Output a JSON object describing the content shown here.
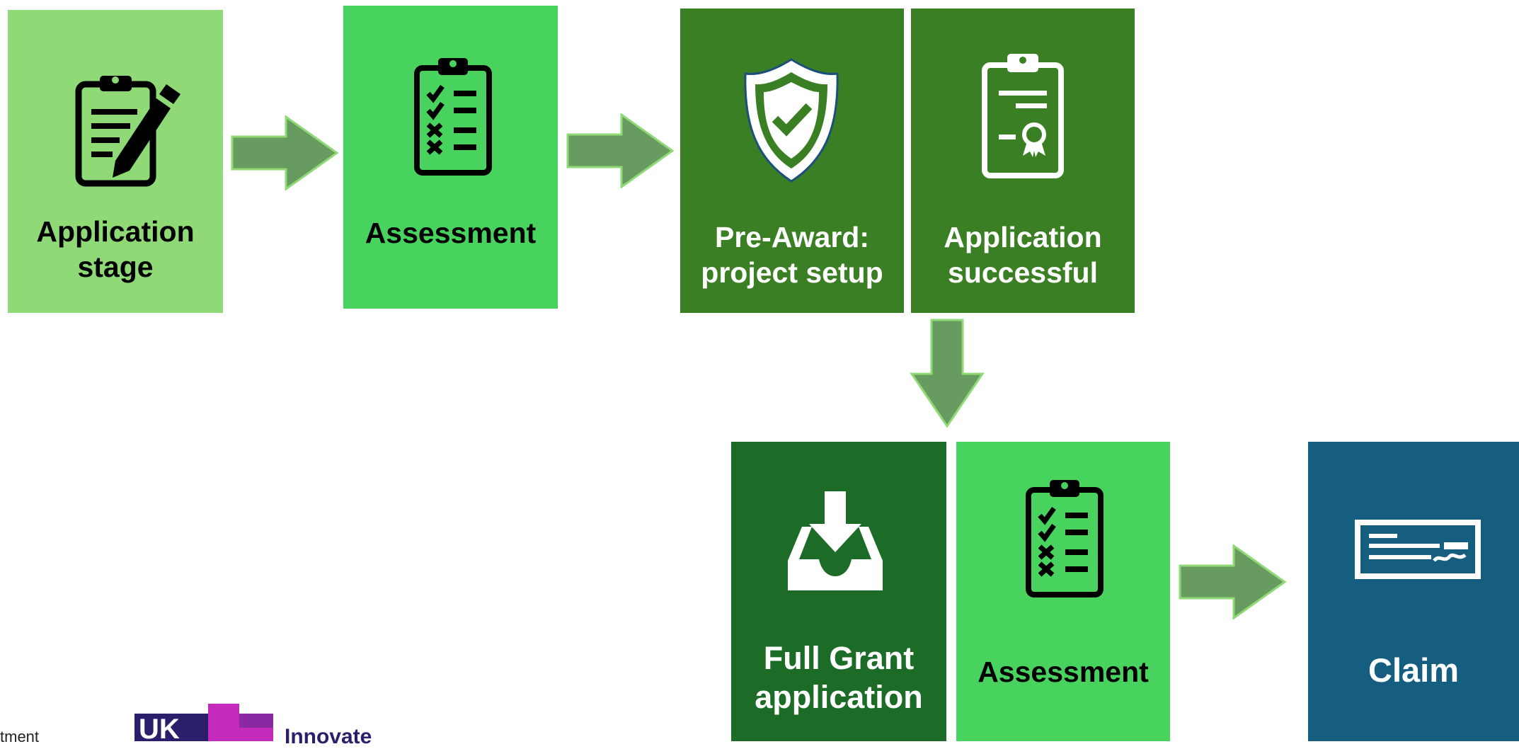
{
  "colors": {
    "light_green": "#8fda76",
    "bright_green": "#47d35d",
    "mid_green": "#3b7f24",
    "dark_green": "#1c6b26",
    "blue": "#165e80",
    "arrow_green": "#689b5f"
  },
  "steps": {
    "application_stage": {
      "label": "Application\nstage",
      "icon": "clipboard-pencil-icon"
    },
    "assessment_1": {
      "label": "Assessment",
      "icon": "checklist-clipboard-icon"
    },
    "pre_award": {
      "label": "Pre-Award:\nproject setup",
      "icon": "shield-check-icon"
    },
    "application_successful": {
      "label": "Application\nsuccessful",
      "icon": "certificate-clipboard-icon"
    },
    "full_grant": {
      "label": "Full Grant\napplication",
      "icon": "inbox-download-icon"
    },
    "assessment_2": {
      "label": "Assessment",
      "icon": "checklist-clipboard-icon"
    },
    "claim": {
      "label": "Claim",
      "icon": "cheque-icon"
    }
  },
  "footer": {
    "department_text": "tment",
    "logo_text": "UK",
    "innovate_text": "Innovate"
  }
}
